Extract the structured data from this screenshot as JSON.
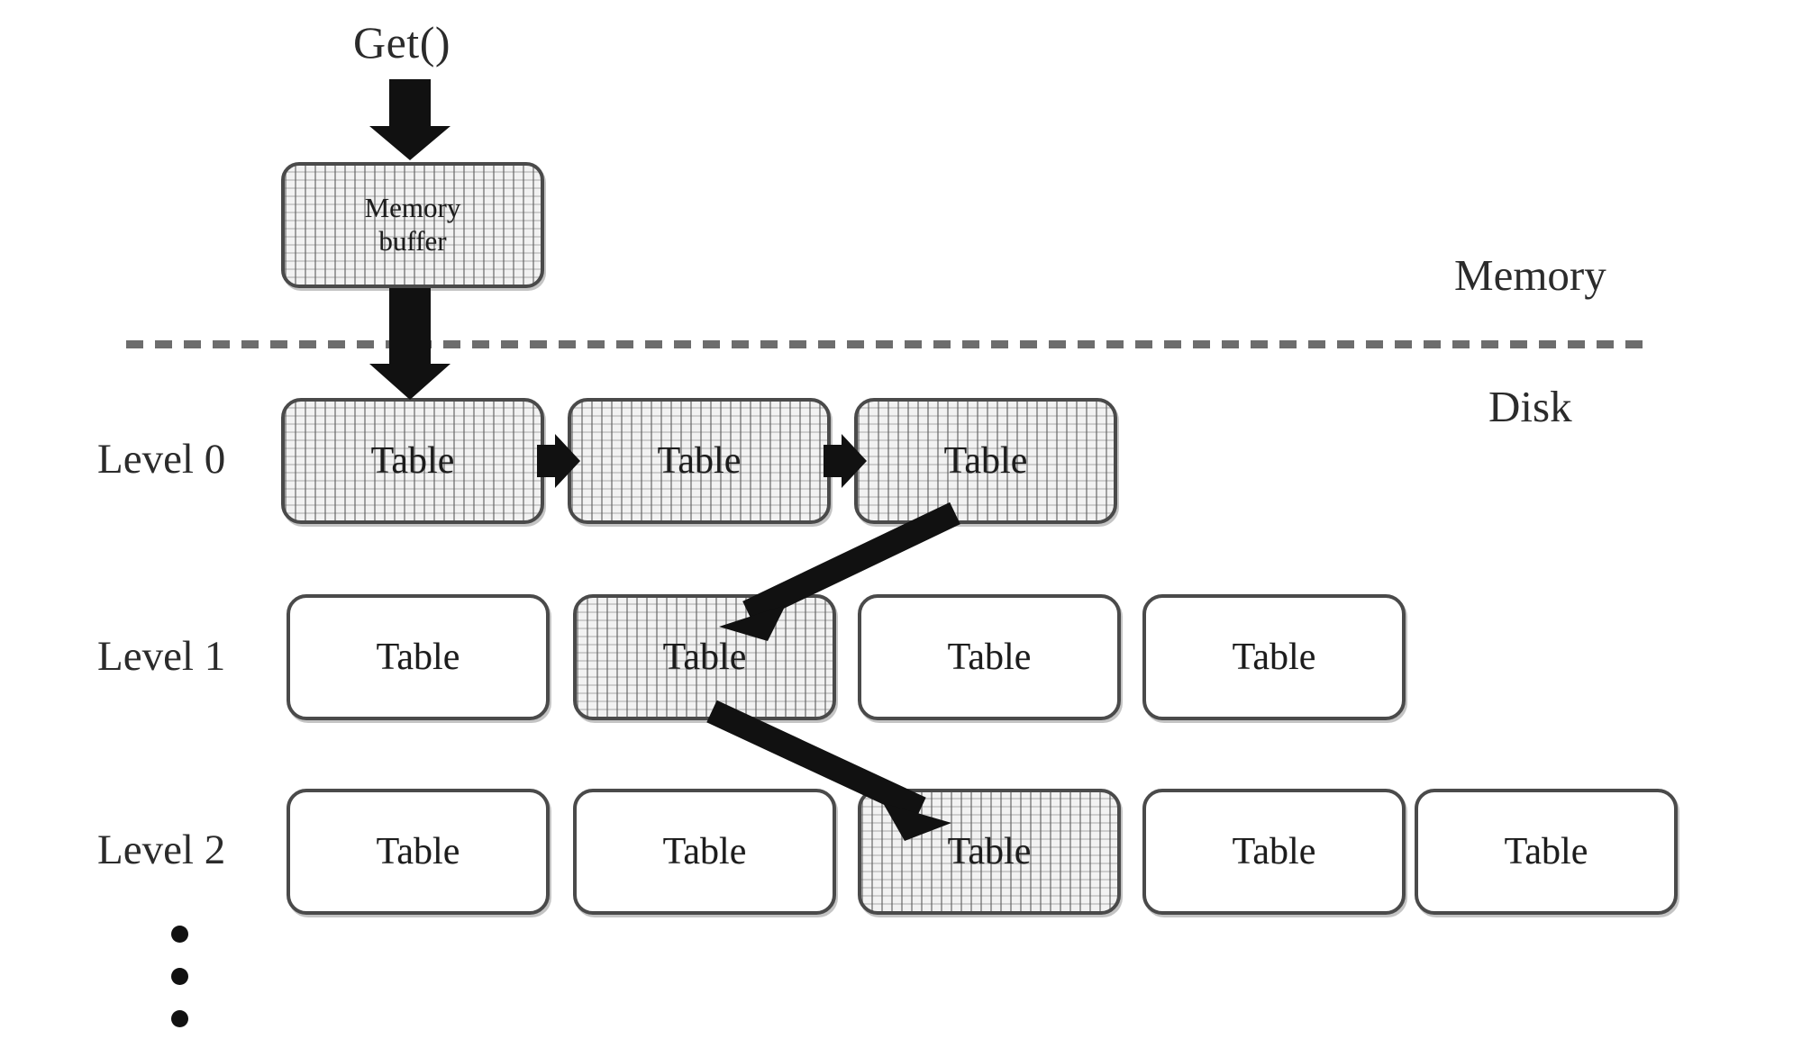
{
  "figure": {
    "title": "LSM-tree Get() lookup path",
    "entry_call_label": "Get()",
    "region_labels": {
      "memory": "Memory",
      "disk": "Disk"
    },
    "memory_buffer": {
      "label_line_1": "Memory",
      "label_line_2": "buffer",
      "shaded": true
    },
    "node_label": "Table",
    "ellipsis_dots": 3,
    "colors": {
      "box_border": "#4a4a4a",
      "box_fill_plain": "#ffffff",
      "box_fill_shaded": "#f2f2f2",
      "arrow": "#111111",
      "divider": "#6d6d6d",
      "text": "#2b2b2b"
    },
    "levels": [
      {
        "label": "Level 0",
        "tables": [
          {
            "label": "Table",
            "shaded": true
          },
          {
            "label": "Table",
            "shaded": true
          },
          {
            "label": "Table",
            "shaded": true
          }
        ]
      },
      {
        "label": "Level 1",
        "tables": [
          {
            "label": "Table",
            "shaded": false
          },
          {
            "label": "Table",
            "shaded": true
          },
          {
            "label": "Table",
            "shaded": false
          },
          {
            "label": "Table",
            "shaded": false
          }
        ]
      },
      {
        "label": "Level 2",
        "tables": [
          {
            "label": "Table",
            "shaded": false
          },
          {
            "label": "Table",
            "shaded": false
          },
          {
            "label": "Table",
            "shaded": true
          },
          {
            "label": "Table",
            "shaded": false
          },
          {
            "label": "Table",
            "shaded": false
          }
        ]
      }
    ],
    "arrows": [
      {
        "name": "get-to-memory-buffer",
        "kind": "vertical-down"
      },
      {
        "name": "memory-buffer-to-level-0",
        "kind": "vertical-down"
      },
      {
        "name": "level-0-table-1-to-table-2",
        "kind": "horizontal-right"
      },
      {
        "name": "level-0-table-2-to-table-3",
        "kind": "horizontal-right"
      },
      {
        "name": "level-0-table-3-to-level-1-table-2",
        "kind": "diagonal-down-left"
      },
      {
        "name": "level-1-table-2-to-level-2-table-3",
        "kind": "diagonal-down-right"
      }
    ]
  }
}
